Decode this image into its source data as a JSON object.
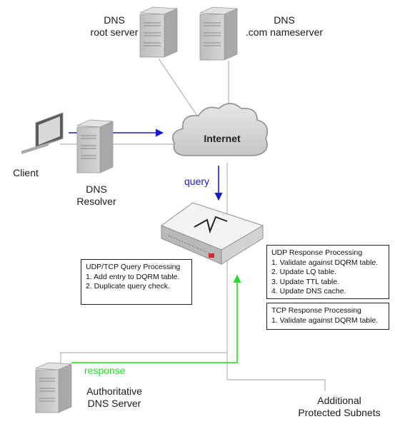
{
  "nodes": {
    "dns_root": {
      "line1": "DNS",
      "line2": "root server"
    },
    "dns_com": {
      "line1": "DNS",
      "line2": ".com nameserver"
    },
    "internet": {
      "label": "Internet"
    },
    "client": {
      "label": "Client"
    },
    "resolver": {
      "line1": "DNS",
      "line2": "Resolver"
    },
    "auth": {
      "line1": "Authoritative",
      "line2": "DNS Server"
    },
    "subnets": {
      "line1": "Additional",
      "line2": "Protected Subnets"
    }
  },
  "edges": {
    "query": {
      "label": "query",
      "color": "#1a1acc"
    },
    "response": {
      "label": "response",
      "color": "#22dd22"
    }
  },
  "boxes": {
    "udp_tcp_query": {
      "title": "UDP/TCP Query Processing",
      "items": [
        "1. Add entry to DQRM table.",
        "2. Duplicate query check."
      ]
    },
    "udp_response": {
      "title": "UDP Response Processing",
      "items": [
        "1. Validate against DQRM table.",
        "2. Update LQ table.",
        "3. Update TTL table.",
        "4. Update DNS cache."
      ]
    },
    "tcp_response": {
      "title": "TCP Response Processing",
      "items": [
        "1. Validate against DQRM table."
      ]
    }
  },
  "colors": {
    "connector": "#b4b4b4",
    "server_body": "#c9c9c9",
    "appliance_body": "#f2f2f2",
    "brand_red": "#d8262e"
  }
}
